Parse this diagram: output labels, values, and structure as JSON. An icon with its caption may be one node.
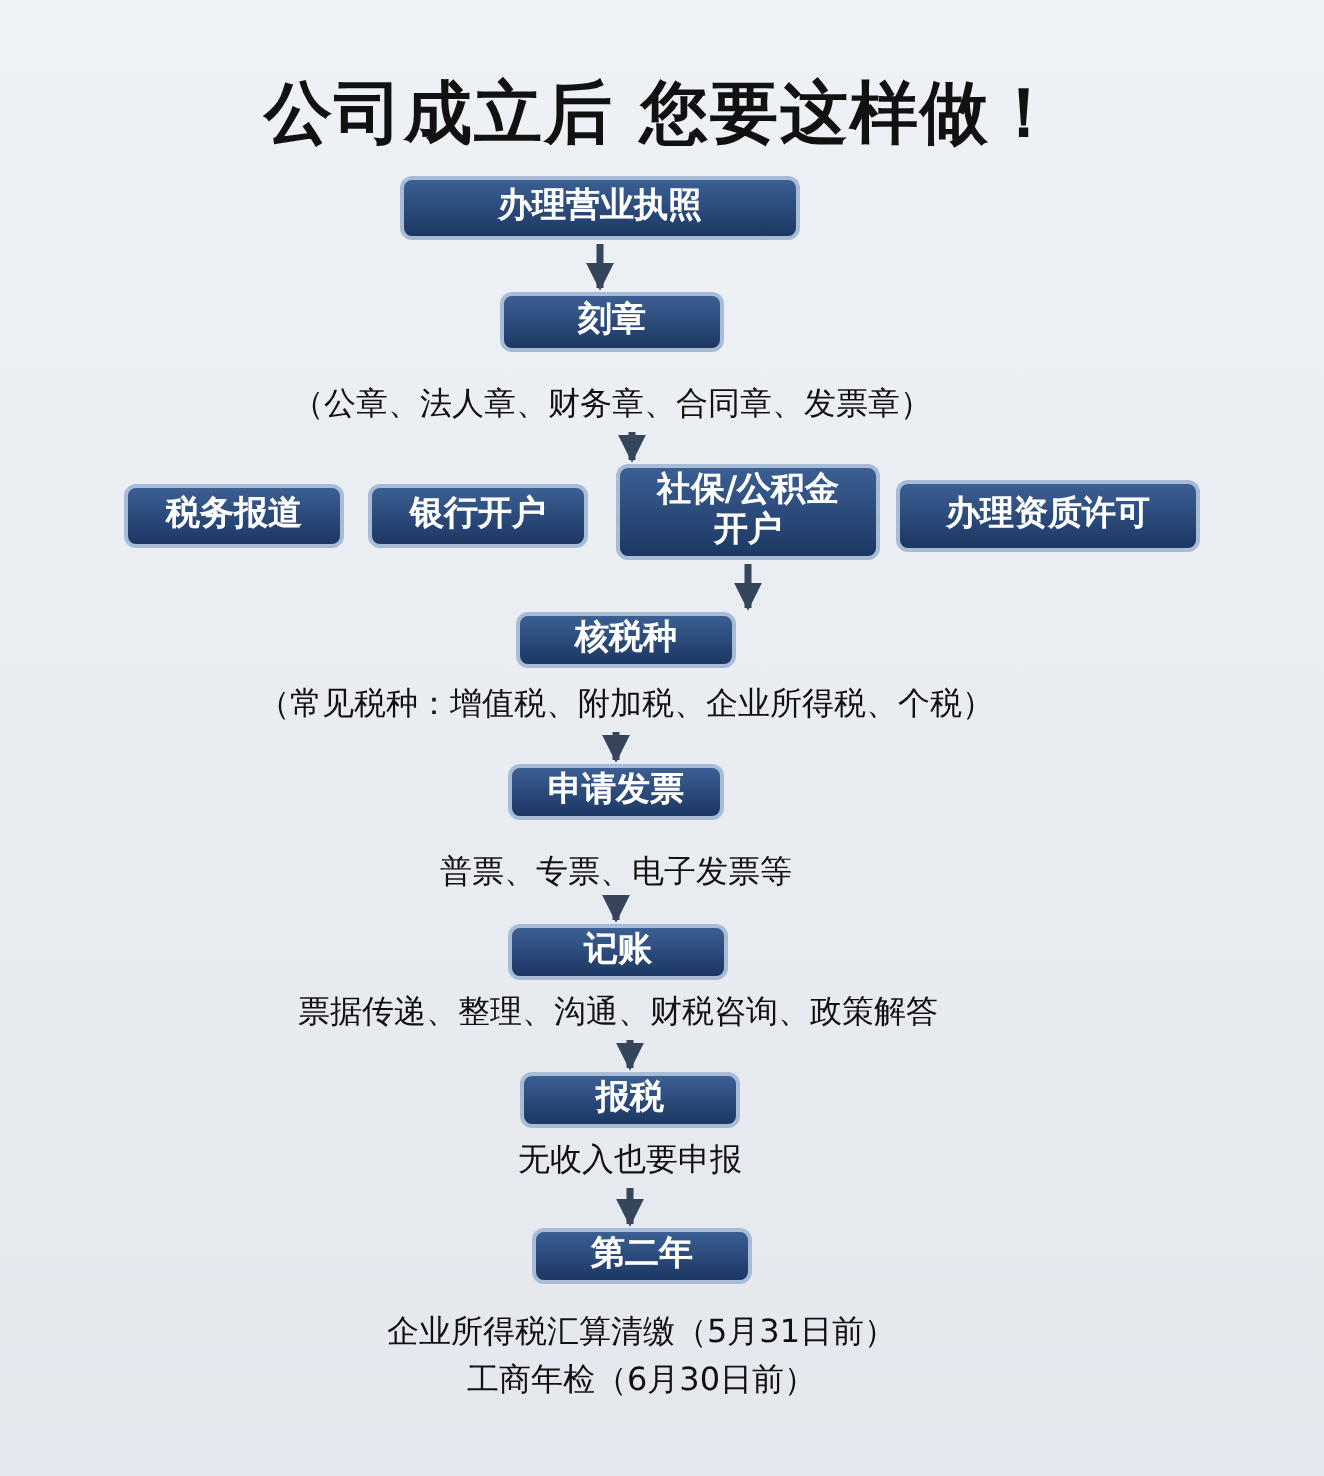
{
  "diagram": {
    "title": "公司成立后 您要这样做！",
    "nodes": [
      {
        "text": [
          "办理营业执照"
        ]
      },
      {
        "text": [
          "刻章"
        ],
        "beside": [
          "（公章、法人章、财务章、合同章、发票章）"
        ]
      },
      {
        "text": [
          "税务报道"
        ]
      },
      {
        "text": [
          "银行开户"
        ]
      },
      {
        "text": [
          "社保/公积金开户"
        ]
      },
      {
        "text": [
          "办理资质许可"
        ]
      },
      {
        "text": [
          "核税种"
        ],
        "beside": [
          "（常见税种：增值税、附加税、企业所得税、个税）"
        ]
      },
      {
        "text": [
          "申请发票"
        ],
        "beside": [
          "普票、专票、电子发票等"
        ]
      },
      {
        "text": [
          "记账"
        ],
        "beside": [
          "票据传递、整理、沟通、财税咨询、政策解答"
        ]
      },
      {
        "text": [
          "报税"
        ],
        "beside": [
          "无收入也要申报"
        ]
      },
      {
        "text": [
          "第二年"
        ],
        "beside": [
          "企业所得税汇算清缴（5月31日前）",
          "工商年检（6月30日前）"
        ]
      }
    ],
    "edges": [
      {
        "from": 0,
        "to": 1,
        "arrow": "to"
      },
      {
        "from": 1,
        "to": 4,
        "arrow": "to"
      },
      {
        "from": 4,
        "to": 6,
        "arrow": "to"
      },
      {
        "from": 6,
        "to": 7,
        "arrow": "to"
      },
      {
        "from": 7,
        "to": 8,
        "arrow": "to"
      },
      {
        "from": 8,
        "to": 9,
        "arrow": "to"
      },
      {
        "from": 9,
        "to": 10,
        "arrow": "to"
      }
    ]
  }
}
